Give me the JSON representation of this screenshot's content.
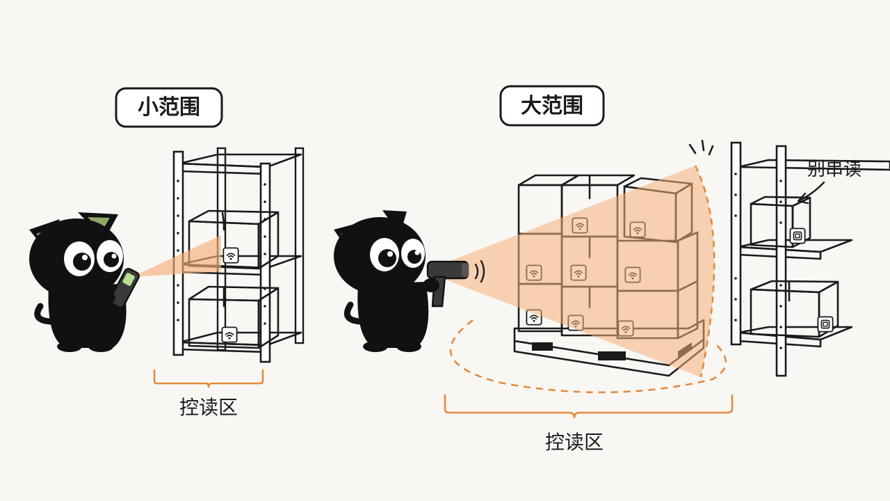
{
  "panels": {
    "small": {
      "title": "小范围",
      "zone_label": "控读区"
    },
    "large": {
      "title": "大范围",
      "zone_label": "控读区",
      "side_note": "别串读"
    }
  },
  "icons": {
    "cat": "black-cat-icon",
    "handheld_reader": "handheld-rfid-reader-icon",
    "gun_reader": "rfid-scanner-gun-icon",
    "rfid_tag": "rfid-tag-icon",
    "signal_waves": "signal-waves-icon",
    "shelf": "storage-shelf-icon",
    "pallet": "pallet-icon"
  },
  "colors": {
    "ink": "#1a1a1a",
    "beam": "#f4b07a",
    "accent": "#e58a3c",
    "box": "#f0c8a0",
    "plain_box": "#f4f4f2",
    "cat_ear": "#8fa868"
  }
}
